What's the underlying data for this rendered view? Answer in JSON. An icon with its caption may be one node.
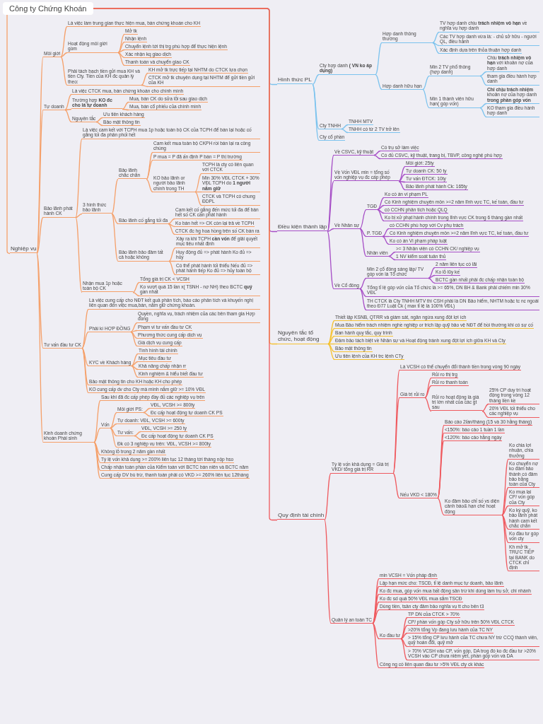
{
  "diagram": {
    "nodes": [
      {
        "text": [
          "Công ty Chứng Khoán"
        ]
      },
      {
        "text": [
          "Nghiệp vụ"
        ]
      },
      {
        "text": [
          "Môi giới"
        ]
      },
      {
        "text": [
          "Là việc làm trung gian thực hiện mua, bán chứng khoán cho KH"
        ]
      },
      {
        "text": [
          "Hoạt động môi giới gồm"
        ]
      },
      {
        "text": [
          "Mở tk"
        ]
      },
      {
        "text": [
          "Nhận lệnh"
        ]
      },
      {
        "text": [
          "Chuyển lệnh tới thị trg phù hợp để thực hiện lệnh"
        ]
      },
      {
        "text": [
          "Xác nhận kq giao dịch"
        ]
      },
      {
        "text": [
          "Thanh toán và chuyển giao CK"
        ]
      },
      {
        "text": [
          "Phải tách bạch tiền gửi mua KH và tiền Cty. Tiền của KH đc quản lý theo:"
        ]
      },
      {
        "text": [
          "KH mở tk trực tiếp tại NHTM do CTCK lựa chọn"
        ]
      },
      {
        "text": [
          "CTCK mở tk chuyên dụng tại NHTM để gửi tiền gửi của KH"
        ]
      },
      {
        "text": [
          "Tự doanh"
        ]
      },
      {
        "text": [
          "Là việc CTCK mua, bán chứng khoán cho chính mình"
        ]
      },
      {
        "text": [
          "Trường hợp **KO đc cho là tự doanh**"
        ]
      },
      {
        "text": [
          "Mua, bán CK do sửa lỗi sau giao dịch"
        ]
      },
      {
        "text": [
          "Mua, bán cổ phiếu của chính mình"
        ]
      },
      {
        "text": [
          "Nguyên tắc"
        ]
      },
      {
        "text": [
          "Ưu tiên khách hàng"
        ]
      },
      {
        "text": [
          "Bảo mật thông tin"
        ]
      },
      {
        "text": [
          "Bảo lãnh phát hành CK"
        ]
      },
      {
        "text": [
          "Là việc cam kết với TCPH mua 1p hoặc toàn bộ CK của TCPH để bán lại hoặc cố gắng tối đa phân phối hết"
        ]
      },
      {
        "text": [
          "3 hình thức bảo lãnh"
        ]
      },
      {
        "text": [
          "Bảo lãnh chắc chắn"
        ]
      },
      {
        "text": [
          "Cam kết mua toàn bộ CKPH rồi bán lại ra công chúng"
        ]
      },
      {
        "text": [
          "P mua = P đã ấn định P bán = P thị trường"
        ]
      },
      {
        "text": [
          "KO bảo lãnh or người bảo lãnh chính trong TH"
        ]
      },
      {
        "text": [
          "TCPH là cty có liên quan với CTCK"
        ]
      },
      {
        "text": [
          "Min 30% VĐL CTCK + 30% VĐL TCPH do **1 người nắm giữ**"
        ]
      },
      {
        "text": [
          "CTCK và TCPH có chung ĐDPL"
        ]
      },
      {
        "text": [
          "Bảo lãnh cố gắng tối đa"
        ]
      },
      {
        "text": [
          "Cam kết cố gắng đến mức tối đa để bán hết số CK cần phát hành"
        ]
      },
      {
        "text": [
          "Ko bán hết => CK còn lại trả về TCPH"
        ]
      },
      {
        "text": [
          "CTCK đc hg hoa hồng trên số CK bán ra"
        ]
      },
      {
        "text": [
          "Bảo lãnh bảo đảm tất cả hoặc không"
        ]
      },
      {
        "text": [
          "Xảy ra khi TCPH **cần vốn** để giải quyết mục tiêu nhất định"
        ]
      },
      {
        "text": [
          "Huy động đủ => phát hành Ko đủ => hủy"
        ]
      },
      {
        "text": [
          "Có thể phát hành tối thiểu Nếu đủ => phát hành tiếp Ko đủ => hủy toàn bộ"
        ]
      },
      {
        "text": [
          "Nhận mua 1p hoặc toàn bộ CK"
        ]
      },
      {
        "text": [
          "Tổng giá trị CK < VCSH"
        ]
      },
      {
        "text": [
          "Ko vượt quá 15 lần x( TSNH - nợ NH) theo BCTC **quý** gần nhất"
        ]
      },
      {
        "text": [
          "Tư vấn đầu tư CK"
        ]
      },
      {
        "text": [
          "Là việc cung cấp cho NĐT kết quả phân tích, báo cáo phân tích và khuyến nghị liên quan đến việc mua,bán, nắm giữ chứng khoán."
        ]
      },
      {
        "text": [
          "Phải kí HỢP ĐỒNG"
        ]
      },
      {
        "text": [
          "Quyền, nghĩa vụ, trách nhiệm của các bên tham gia Hợp đồng"
        ]
      },
      {
        "text": [
          "Phạm vi tư vấn đầu tư CK"
        ]
      },
      {
        "text": [
          "Phương thức cung cấp dịch vụ"
        ]
      },
      {
        "text": [
          "Giá dịch vụ cung cấp"
        ]
      },
      {
        "text": [
          "KYC về Khách hàng"
        ]
      },
      {
        "text": [
          "Tình hình tài chính"
        ]
      },
      {
        "text": [
          "Mục tiêu đầu tư"
        ]
      },
      {
        "text": [
          "Khả năng chấp nhận rr"
        ]
      },
      {
        "text": [
          "Kinh nghiệm & hiểu biết đầu tư"
        ]
      },
      {
        "text": [
          "Bảo mật thông tin cho KH hoặc KH cho phép"
        ]
      },
      {
        "text": [
          "KO cung cấp dv cho Cty mà mình nắm giữ >= 10% VĐL"
        ]
      },
      {
        "text": [
          "Kinh doanh chứng khoán Phái sinh"
        ]
      },
      {
        "text": [
          "Sau khi đã đc cấp phép đầy đủ các nghiệp vụ trên"
        ]
      },
      {
        "text": [
          "Vốn"
        ]
      },
      {
        "text": [
          "Môi giới PS:"
        ]
      },
      {
        "text": [
          "VĐL, VCSH >= 800ty"
        ]
      },
      {
        "text": [
          "Đc cấp hoạt động tự doanh CK PS"
        ]
      },
      {
        "text": [
          "Tự doanh: VĐL, VCSH >= 600ty"
        ]
      },
      {
        "text": [
          "Tư vấn:"
        ]
      },
      {
        "text": [
          "VĐL, VCSH >= 250 ty"
        ]
      },
      {
        "text": [
          "Đc cấp hoạt động tự doanh CK PS"
        ]
      },
      {
        "text": [
          "Đk có 3 nghiệp vụ trên: VĐL, VCSH >= 800ty"
        ]
      },
      {
        "text": [
          "Không lỗ trong 2 năm gần nhất"
        ]
      },
      {
        "text": [
          "Tỷ lệ vốn khả dụng >= 200% liên tục 12 tháng tới tháng nộp hso"
        ]
      },
      {
        "text": [
          "Chấp nhận toàn phần của Kiểm toán với BCTC bán niên và BCTC năm"
        ]
      },
      {
        "text": [
          "Cung cấp DV bù trừ, thanh toán phải có VKD >= 260% liên tục 12tháng"
        ]
      },
      {
        "text": [
          "Hình thức PL"
        ]
      },
      {
        "text": [
          "Cty hợp danh **( VN ko áp dụng)**"
        ]
      },
      {
        "text": [
          "Hợp danh thông thường"
        ]
      },
      {
        "text": [
          "TV hợp danh chịu **trách nhiệm vô hạn** về nghĩa vụ hợp danh"
        ]
      },
      {
        "text": [
          "Các TV hợp danh vừa là: - chủ sở hữu - người QL, điều hành"
        ]
      },
      {
        "text": [
          "Xác định dựa trên thỏa thuận hợp danh"
        ]
      },
      {
        "text": [
          "Hợp danh hữu hạn"
        ]
      },
      {
        "text": [
          "Min 2 TV phổ thông (hợp danh)"
        ]
      },
      {
        "text": [
          "Chịu **trách nhiệm vô hạn** với khoản nợ của hợp danh"
        ]
      },
      {
        "text": [
          "tham gia điều hành hợp danh"
        ]
      },
      {
        "text": [
          "Min 1 thành viên hữu hạn( góp vốn)"
        ]
      },
      {
        "text": [
          "**Chỉ chịu trách nhiệm** khoản nợ của hợp danh **trong phần góp vốn**"
        ]
      },
      {
        "text": [
          "KO tham gia điều hành hợp danh"
        ]
      },
      {
        "text": [
          "Cty TNHH"
        ]
      },
      {
        "text": [
          "TNHH MTV"
        ]
      },
      {
        "text": [
          "TNHH có từ 2 TV trở lên"
        ]
      },
      {
        "text": [
          "Cty cổ phần"
        ]
      },
      {
        "text": [
          "Điều kiện thành lập"
        ]
      },
      {
        "text": [
          "Về CSVC, kỹ thuật"
        ]
      },
      {
        "text": [
          "Có trụ sở làm việc"
        ]
      },
      {
        "text": [
          "Có đủ CSVC, kỹ thuật, trang bị, TBVP, công nghệ phù hợp"
        ]
      },
      {
        "text": [
          "Về Vốn VĐL min = tổng số vốn nghiệp vụ đc cấp phép"
        ]
      },
      {
        "text": [
          "Môi giới: 25ty"
        ]
      },
      {
        "text": [
          "Tự doanh CK: 50 ty"
        ]
      },
      {
        "text": [
          "Tư vấn ĐTCK: 10ty"
        ]
      },
      {
        "text": [
          "Bảo lãnh phát hành Ck: 165ty"
        ]
      },
      {
        "text": [
          "Về Nhân sự"
        ]
      },
      {
        "text": [
          "TGĐ"
        ]
      },
      {
        "text": [
          "Ko có án vi phạm PL"
        ]
      },
      {
        "text": [
          "Có Kinh nghiệm chuyên môn >=2 năm lĩnh vực TC, kế toán, đầu tư"
        ]
      },
      {
        "text": [
          "có CCHN phân tích hoặc QLQ"
        ]
      },
      {
        "text": [
          "Ko bị xử phạt hành chính trong lĩnh vực CK trong 6 tháng gần nhất"
        ]
      },
      {
        "text": [
          "P. TGĐ"
        ]
      },
      {
        "text": [
          "có CCHN phù hợp với Cv phụ trách"
        ]
      },
      {
        "text": [
          "Có Kinh nghiệm chuyên môn >=2 năm lĩnh vực TC, kế toán, đầu tư"
        ]
      },
      {
        "text": [
          "Ko có án Vi phạm pháp luật"
        ]
      },
      {
        "text": [
          "Nhân viên"
        ]
      },
      {
        "text": [
          ">= 3 Nhân viên có CCHN CK/ nghiệp vụ"
        ]
      },
      {
        "text": [
          "1 NV kiểm soát tuân thủ"
        ]
      },
      {
        "text": [
          "Về Cổ đông"
        ]
      },
      {
        "text": [
          "Min 2 cổ đông sáng lập/ TV góp vốn là Tổ chức"
        ]
      },
      {
        "text": [
          "2 năm liên tục có lãi"
        ]
      },
      {
        "text": [
          "Ko lỗ lũy kế"
        ]
      },
      {
        "text": [
          "BCTC gần nhất phải đc chấp nhận toàn bộ"
        ]
      },
      {
        "text": [
          "Tổng tỉ lệ góp vốn của Tổ chức là >= 65%, DN BH & Bank phải chiếm min 30% VĐL"
        ]
      },
      {
        "text": [
          "TH CTCK là Cty TNHH MTV thì CSH phải là DN Bảo hiểm, NHTM hoặc tc nc ngoài theo Đ77 Luật Ck ( max tỉ lệ là 100% VĐL)"
        ]
      },
      {
        "text": [
          "Nguyên tắc tổ chức, hoạt động"
        ]
      },
      {
        "text": [
          "Thiết lập KSNB, QTRR và giám sát, ngăn ngừa xung đột lợi ích"
        ]
      },
      {
        "text": [
          "Mua Bảo hiểm trách nhiệm nghề nghiệp or trích lập quỹ bảo vệ NĐT để bồi thường khi có sự cố"
        ]
      },
      {
        "text": [
          "Ban hành quy tắc, quy trình"
        ]
      },
      {
        "text": [
          "Đảm bảo tách biệt về Nhân sự và Hoạt động tránh xung đột lợi ích giữa KH và Cty"
        ]
      },
      {
        "text": [
          "Bảo mật thông tin"
        ]
      },
      {
        "text": [
          "Ưu tiên lệnh của KH trc lệnh CTy"
        ]
      },
      {
        "text": [
          "Quy định tài chính"
        ]
      },
      {
        "text": [
          "Tỷ lệ vốn khả dụng = Giá trị VKD/ tổng giá trị RR"
        ]
      },
      {
        "text": [
          "Là VCSH có thể chuyển đổi thành tiền trong vòng 90 ngày"
        ]
      },
      {
        "text": [
          "Giá trị rủi ro"
        ]
      },
      {
        "text": [
          "Rủi ro thị trg"
        ]
      },
      {
        "text": [
          "Rủi ro thanh toán"
        ]
      },
      {
        "text": [
          "Rủi ro hoạt động là giá trị lớn nhất của các gt sau"
        ]
      },
      {
        "text": [
          "25% CP duy trì hoạt động trong vòng 12 tháng liền kề"
        ]
      },
      {
        "text": [
          "20% VĐL tối thiểu cho các nghiệp vụ"
        ]
      },
      {
        "text": [
          "Nếu VKD < 180%"
        ]
      },
      {
        "text": [
          "Báo cáo 2lần/tháng (15 và 30 hằng tháng)"
        ]
      },
      {
        "text": [
          "<150%: báo cáo 1 tuần 1 lần"
        ]
      },
      {
        "text": [
          "<120%: báo cáo hằng ngày"
        ]
      },
      {
        "text": [
          "Ko đảm bảo chỉ số vs diện cảnh báo& hạn chế hoạt động"
        ]
      },
      {
        "text": [
          "Ko chia lợi nhuận, chia thưởng"
        ]
      },
      {
        "text": [
          "Ko chuyển nợ ko đảm bảo thành có đảm bảo bằng toàn của Cty"
        ]
      },
      {
        "text": [
          "Ko mua lại CP/ vốn góp của Cty"
        ]
      },
      {
        "text": [
          "Ko ký quỹ, ko bảo lãnh phát hành cam kết chắc chắn"
        ]
      },
      {
        "text": [
          "Ko đầu tư góp vốn cty"
        ]
      },
      {
        "text": [
          "Kh mở tk TRỰC TIẾP tại BANK do CTCK chỉ định"
        ]
      },
      {
        "text": [
          "Quản lý an toàn TC"
        ]
      },
      {
        "text": [
          "min VCSH = Vốn pháp định"
        ]
      },
      {
        "text": [
          "Lập hạn mức cho: TSCĐ, tỉ lệ danh mục tự doanh, bảo lãnh"
        ]
      },
      {
        "text": [
          "Ko đc mua, góp vốn mua bất động sản trừ khi dùng làm trụ sở, chi nhánh"
        ]
      },
      {
        "text": [
          "Ko đc sd quá 50% VĐL mua sắm TSCĐ"
        ]
      },
      {
        "text": [
          "Dùng tiền, tsản cty đảm bảo nghĩa vụ tt cho bên t3"
        ]
      },
      {
        "text": [
          "Ko đầu tư"
        ]
      },
      {
        "text": [
          "TP DN của CTCK > 70%"
        ]
      },
      {
        "text": [
          "CP/ phần vốn góp Cty sở hữu trên 50% VĐL CTCK"
        ]
      },
      {
        "text": [
          ">20% tổng Vp đang lưu hành của TC NY"
        ]
      },
      {
        "text": [
          "> 15% tổng CP lưu hành của TC chưa NY trừ CCQ thành viên, quỹ hoán đổi, quỹ mở"
        ]
      },
      {
        "text": [
          "> 70% VCSH vào CP, vốn góp, DA trog đó ko đc đầu tư >20% VCSH vào CP chưa niêm yết, phần góp vốn và DA"
        ]
      },
      {
        "text": [
          "Công ng có liên quan đầu tư >5% VĐL cty ck khác"
        ]
      }
    ],
    "edges": [
      {
        "from": 0,
        "to": 1,
        "arrow": "none"
      },
      {
        "from": 1,
        "to": 2,
        "arrow": "none"
      },
      {
        "from": 2,
        "to": 3,
        "arrow": "none"
      },
      {
        "from": 2,
        "to": 4,
        "arrow": "none"
      },
      {
        "from": 4,
        "to": 5,
        "arrow": "none"
      },
      {
        "from": 4,
        "to": 6,
        "arrow": "none"
      },
      {
        "from": 4,
        "to": 7,
        "arrow": "none"
      },
      {
        "from": 4,
        "to": 8,
        "arrow": "none"
      },
      {
        "from": 4,
        "to": 9,
        "arrow": "none"
      },
      {
        "from": 2,
        "to": 10,
        "arrow": "none"
      },
      {
        "from": 10,
        "to": 11,
        "arrow": "none"
      },
      {
        "from": 10,
        "to": 12,
        "arrow": "none"
      },
      {
        "from": 1,
        "to": 13,
        "arrow": "none"
      },
      {
        "from": 13,
        "to": 14,
        "arrow": "none"
      },
      {
        "from": 13,
        "to": 15,
        "arrow": "none"
      },
      {
        "from": 15,
        "to": 16,
        "arrow": "none"
      },
      {
        "from": 15,
        "to": 17,
        "arrow": "none"
      },
      {
        "from": 13,
        "to": 18,
        "arrow": "none"
      },
      {
        "from": 18,
        "to": 19,
        "arrow": "none"
      },
      {
        "from": 18,
        "to": 20,
        "arrow": "none"
      },
      {
        "from": 1,
        "to": 21,
        "arrow": "none"
      },
      {
        "from": 21,
        "to": 22,
        "arrow": "none"
      },
      {
        "from": 21,
        "to": 23,
        "arrow": "none"
      },
      {
        "from": 23,
        "to": 24,
        "arrow": "none"
      },
      {
        "from": 24,
        "to": 25,
        "arrow": "none"
      },
      {
        "from": 24,
        "to": 26,
        "arrow": "none"
      },
      {
        "from": 24,
        "to": 27,
        "arrow": "none"
      },
      {
        "from": 27,
        "to": 28,
        "arrow": "none"
      },
      {
        "from": 27,
        "to": 29,
        "arrow": "none"
      },
      {
        "from": 27,
        "to": 30,
        "arrow": "none"
      },
      {
        "from": 23,
        "to": 31,
        "arrow": "none"
      },
      {
        "from": 31,
        "to": 32,
        "arrow": "none"
      },
      {
        "from": 31,
        "to": 33,
        "arrow": "none"
      },
      {
        "from": 31,
        "to": 34,
        "arrow": "none"
      },
      {
        "from": 23,
        "to": 35,
        "arrow": "none"
      },
      {
        "from": 35,
        "to": 36,
        "arrow": "none"
      },
      {
        "from": 35,
        "to": 37,
        "arrow": "none"
      },
      {
        "from": 35,
        "to": 38,
        "arrow": "none"
      },
      {
        "from": 21,
        "to": 39,
        "arrow": "none"
      },
      {
        "from": 39,
        "to": 40,
        "arrow": "none"
      },
      {
        "from": 39,
        "to": 41,
        "arrow": "none"
      },
      {
        "from": 1,
        "to": 42,
        "arrow": "none"
      },
      {
        "from": 42,
        "to": 43,
        "arrow": "none"
      },
      {
        "from": 42,
        "to": 44,
        "arrow": "none"
      },
      {
        "from": 44,
        "to": 45,
        "arrow": "none"
      },
      {
        "from": 44,
        "to": 46,
        "arrow": "none"
      },
      {
        "from": 44,
        "to": 47,
        "arrow": "none"
      },
      {
        "from": 44,
        "to": 48,
        "arrow": "none"
      },
      {
        "from": 42,
        "to": 49,
        "arrow": "none"
      },
      {
        "from": 49,
        "to": 50,
        "arrow": "none"
      },
      {
        "from": 49,
        "to": 51,
        "arrow": "none"
      },
      {
        "from": 49,
        "to": 52,
        "arrow": "none"
      },
      {
        "from": 49,
        "to": 53,
        "arrow": "none"
      },
      {
        "from": 42,
        "to": 54,
        "arrow": "none"
      },
      {
        "from": 42,
        "to": 55,
        "arrow": "none"
      },
      {
        "from": 1,
        "to": 56,
        "arrow": "none"
      },
      {
        "from": 56,
        "to": 57,
        "arrow": "none"
      },
      {
        "from": 56,
        "to": 58,
        "arrow": "none"
      },
      {
        "from": 58,
        "to": 59,
        "arrow": "none"
      },
      {
        "from": 59,
        "to": 60,
        "arrow": "none"
      },
      {
        "from": 59,
        "to": 61,
        "arrow": "none"
      },
      {
        "from": 58,
        "to": 62,
        "arrow": "none"
      },
      {
        "from": 58,
        "to": 63,
        "arrow": "none"
      },
      {
        "from": 63,
        "to": 64,
        "arrow": "none"
      },
      {
        "from": 63,
        "to": 65,
        "arrow": "none"
      },
      {
        "from": 58,
        "to": 66,
        "arrow": "none"
      },
      {
        "from": 56,
        "to": 67,
        "arrow": "none"
      },
      {
        "from": 56,
        "to": 68,
        "arrow": "none"
      },
      {
        "from": 56,
        "to": 69,
        "arrow": "none"
      },
      {
        "from": 56,
        "to": 70,
        "arrow": "none"
      },
      {
        "from": 0,
        "to": 71,
        "arrow": "none",
        "color": "#7cc3ee"
      },
      {
        "from": 71,
        "to": 72,
        "arrow": "none",
        "color": "#7cc3ee"
      },
      {
        "from": 72,
        "to": 73,
        "arrow": "none",
        "color": "#7cc3ee"
      },
      {
        "from": 73,
        "to": 74,
        "arrow": "none",
        "color": "#7cc3ee"
      },
      {
        "from": 73,
        "to": 75,
        "arrow": "none",
        "color": "#7cc3ee"
      },
      {
        "from": 73,
        "to": 76,
        "arrow": "none",
        "color": "#7cc3ee"
      },
      {
        "from": 72,
        "to": 77,
        "arrow": "none",
        "color": "#7cc3ee"
      },
      {
        "from": 77,
        "to": 78,
        "arrow": "none",
        "color": "#7cc3ee"
      },
      {
        "from": 78,
        "to": 79,
        "arrow": "none",
        "color": "#7cc3ee"
      },
      {
        "from": 78,
        "to": 80,
        "arrow": "none",
        "color": "#7cc3ee"
      },
      {
        "from": 77,
        "to": 81,
        "arrow": "none",
        "color": "#7cc3ee"
      },
      {
        "from": 81,
        "to": 82,
        "arrow": "none",
        "color": "#7cc3ee"
      },
      {
        "from": 81,
        "to": 83,
        "arrow": "none",
        "color": "#7cc3ee"
      },
      {
        "from": 71,
        "to": 84,
        "arrow": "none",
        "color": "#7cc3ee"
      },
      {
        "from": 84,
        "to": 85,
        "arrow": "none",
        "color": "#7cc3ee"
      },
      {
        "from": 84,
        "to": 86,
        "arrow": "none",
        "color": "#7cc3ee"
      },
      {
        "from": 71,
        "to": 87,
        "arrow": "none",
        "color": "#7cc3ee"
      },
      {
        "from": 0,
        "to": 88,
        "arrow": "none",
        "color": "#a64ec6"
      },
      {
        "from": 88,
        "to": 89,
        "arrow": "none",
        "color": "#a64ec6"
      },
      {
        "from": 89,
        "to": 90,
        "arrow": "none",
        "color": "#a64ec6"
      },
      {
        "from": 89,
        "to": 91,
        "arrow": "none",
        "color": "#a64ec6"
      },
      {
        "from": 88,
        "to": 92,
        "arrow": "none",
        "color": "#a64ec6"
      },
      {
        "from": 92,
        "to": 93,
        "arrow": "none",
        "color": "#a64ec6"
      },
      {
        "from": 92,
        "to": 94,
        "arrow": "none",
        "color": "#a64ec6"
      },
      {
        "from": 92,
        "to": 95,
        "arrow": "none",
        "color": "#a64ec6"
      },
      {
        "from": 92,
        "to": 96,
        "arrow": "none",
        "color": "#a64ec6"
      },
      {
        "from": 88,
        "to": 97,
        "arrow": "none",
        "color": "#a64ec6"
      },
      {
        "from": 97,
        "to": 98,
        "arrow": "none",
        "color": "#a64ec6"
      },
      {
        "from": 98,
        "to": 99,
        "arrow": "none",
        "color": "#a64ec6"
      },
      {
        "from": 98,
        "to": 100,
        "arrow": "none",
        "color": "#a64ec6"
      },
      {
        "from": 98,
        "to": 101,
        "arrow": "none",
        "color": "#a64ec6"
      },
      {
        "from": 98,
        "to": 102,
        "arrow": "none",
        "color": "#a64ec6"
      },
      {
        "from": 97,
        "to": 103,
        "arrow": "none",
        "color": "#a64ec6"
      },
      {
        "from": 103,
        "to": 104,
        "arrow": "none",
        "color": "#a64ec6"
      },
      {
        "from": 103,
        "to": 105,
        "arrow": "none",
        "color": "#a64ec6"
      },
      {
        "from": 103,
        "to": 106,
        "arrow": "none",
        "color": "#a64ec6"
      },
      {
        "from": 97,
        "to": 107,
        "arrow": "none",
        "color": "#a64ec6"
      },
      {
        "from": 107,
        "to": 108,
        "arrow": "none",
        "color": "#a64ec6"
      },
      {
        "from": 107,
        "to": 109,
        "arrow": "none",
        "color": "#a64ec6"
      },
      {
        "from": 88,
        "to": 110,
        "arrow": "none",
        "color": "#a64ec6"
      },
      {
        "from": 110,
        "to": 111,
        "arrow": "none",
        "color": "#a64ec6"
      },
      {
        "from": 111,
        "to": 112,
        "arrow": "none",
        "color": "#a64ec6"
      },
      {
        "from": 111,
        "to": 113,
        "arrow": "none",
        "color": "#a64ec6"
      },
      {
        "from": 111,
        "to": 114,
        "arrow": "none",
        "color": "#a64ec6"
      },
      {
        "from": 110,
        "to": 115,
        "arrow": "none",
        "color": "#a64ec6"
      },
      {
        "from": 110,
        "to": 116,
        "arrow": "none",
        "color": "#a64ec6"
      },
      {
        "from": 0,
        "to": 117,
        "arrow": "none",
        "color": "#f5c232"
      },
      {
        "from": 117,
        "to": 118,
        "arrow": "none",
        "color": "#f5c232"
      },
      {
        "from": 117,
        "to": 119,
        "arrow": "none",
        "color": "#f5c232"
      },
      {
        "from": 117,
        "to": 120,
        "arrow": "none",
        "color": "#f5c232"
      },
      {
        "from": 117,
        "to": 121,
        "arrow": "none",
        "color": "#f5c232"
      },
      {
        "from": 117,
        "to": 122,
        "arrow": "none",
        "color": "#f5c232"
      },
      {
        "from": 117,
        "to": 123,
        "arrow": "none",
        "color": "#f5c232"
      },
      {
        "from": 0,
        "to": 124,
        "arrow": "none",
        "color": "#ef5a5f"
      },
      {
        "from": 124,
        "to": 125,
        "arrow": "none",
        "color": "#ef5a5f"
      },
      {
        "from": 125,
        "to": 126,
        "arrow": "none",
        "color": "#ef5a5f"
      },
      {
        "from": 125,
        "to": 127,
        "arrow": "none",
        "color": "#ef5a5f"
      },
      {
        "from": 127,
        "to": 128,
        "arrow": "none",
        "color": "#ef5a5f"
      },
      {
        "from": 127,
        "to": 129,
        "arrow": "none",
        "color": "#ef5a5f"
      },
      {
        "from": 127,
        "to": 130,
        "arrow": "none",
        "color": "#ef5a5f"
      },
      {
        "from": 130,
        "to": 131,
        "arrow": "none",
        "color": "#ef5a5f"
      },
      {
        "from": 130,
        "to": 132,
        "arrow": "none",
        "color": "#ef5a5f"
      },
      {
        "from": 125,
        "to": 133,
        "arrow": "none",
        "color": "#ef5a5f"
      },
      {
        "from": 133,
        "to": 134,
        "arrow": "none",
        "color": "#ef5a5f"
      },
      {
        "from": 133,
        "to": 135,
        "arrow": "none",
        "color": "#ef5a5f"
      },
      {
        "from": 133,
        "to": 136,
        "arrow": "none",
        "color": "#ef5a5f"
      },
      {
        "from": 133,
        "to": 137,
        "arrow": "none",
        "color": "#ef5a5f"
      },
      {
        "from": 137,
        "to": 138,
        "arrow": "none",
        "color": "#ef5a5f"
      },
      {
        "from": 137,
        "to": 139,
        "arrow": "none",
        "color": "#ef5a5f"
      },
      {
        "from": 137,
        "to": 140,
        "arrow": "none",
        "color": "#ef5a5f"
      },
      {
        "from": 137,
        "to": 141,
        "arrow": "none",
        "color": "#ef5a5f"
      },
      {
        "from": 137,
        "to": 142,
        "arrow": "none",
        "color": "#ef5a5f"
      },
      {
        "from": 137,
        "to": 143,
        "arrow": "none",
        "color": "#ef5a5f"
      },
      {
        "from": 124,
        "to": 144,
        "arrow": "none",
        "color": "#ef5a5f"
      },
      {
        "from": 144,
        "to": 145,
        "arrow": "none",
        "color": "#ef5a5f"
      },
      {
        "from": 144,
        "to": 146,
        "arrow": "none",
        "color": "#ef5a5f"
      },
      {
        "from": 144,
        "to": 147,
        "arrow": "none",
        "color": "#ef5a5f"
      },
      {
        "from": 144,
        "to": 148,
        "arrow": "none",
        "color": "#ef5a5f"
      },
      {
        "from": 144,
        "to": 149,
        "arrow": "none",
        "color": "#ef5a5f"
      },
      {
        "from": 144,
        "to": 150,
        "arrow": "none",
        "color": "#ef5a5f"
      },
      {
        "from": 150,
        "to": 151,
        "arrow": "none",
        "color": "#ef5a5f"
      },
      {
        "from": 150,
        "to": 152,
        "arrow": "none",
        "color": "#ef5a5f"
      },
      {
        "from": 150,
        "to": 153,
        "arrow": "none",
        "color": "#ef5a5f"
      },
      {
        "from": 150,
        "to": 154,
        "arrow": "none",
        "color": "#ef5a5f"
      },
      {
        "from": 150,
        "to": 155,
        "arrow": "none",
        "color": "#ef5a5f"
      },
      {
        "from": 144,
        "to": 156,
        "arrow": "none",
        "color": "#ef5a5f"
      }
    ]
  }
}
